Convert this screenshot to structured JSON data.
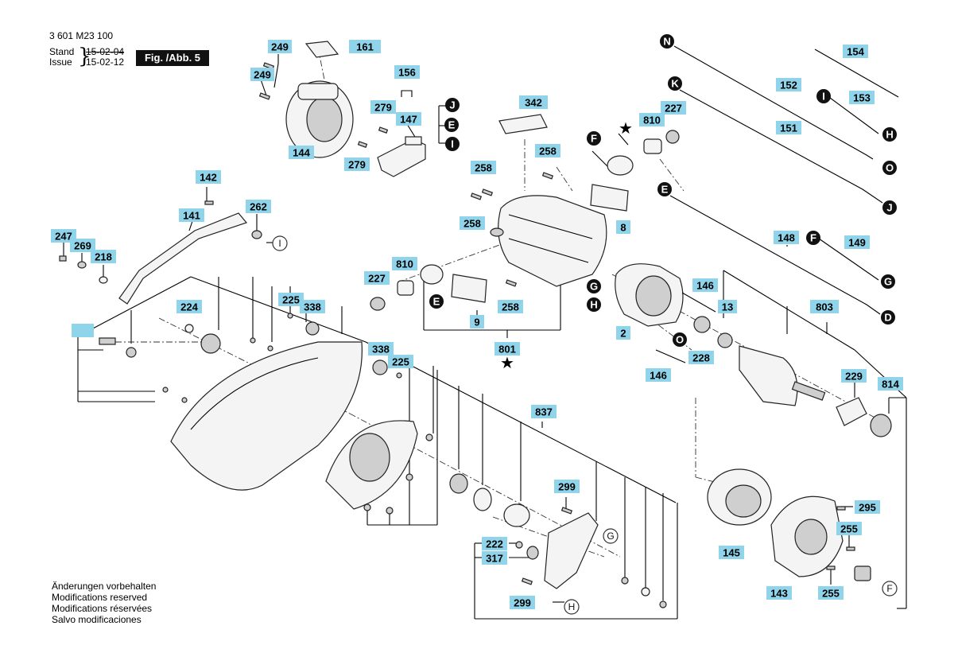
{
  "header": {
    "doc_number": "3 601 M23 100",
    "stand_label": "Stand",
    "issue_label": "Issue",
    "brace": "}",
    "stand_date": "15-02-04",
    "issue_date": "15-02-12",
    "figure_label": "Fig. /Abb. 5"
  },
  "footer": {
    "lines": [
      "Änderungen vorbehalten",
      "Modifications reserved",
      "Modifications réservées",
      "Salvo modificaciones"
    ]
  },
  "star_glyph": "★",
  "part_labels": [
    {
      "id": "161",
      "text": "161"
    },
    {
      "id": "249a",
      "text": "249"
    },
    {
      "id": "249b",
      "text": "249"
    },
    {
      "id": "144",
      "text": "144"
    },
    {
      "id": "156",
      "text": "156"
    },
    {
      "id": "279a",
      "text": "279"
    },
    {
      "id": "147",
      "text": "147"
    },
    {
      "id": "279b",
      "text": "279"
    },
    {
      "id": "342",
      "text": "342"
    },
    {
      "id": "810a",
      "text": "810"
    },
    {
      "id": "227a",
      "text": "227"
    },
    {
      "id": "258a",
      "text": "258"
    },
    {
      "id": "258b",
      "text": "258"
    },
    {
      "id": "258c",
      "text": "258"
    },
    {
      "id": "8",
      "text": "8"
    },
    {
      "id": "154",
      "text": "154"
    },
    {
      "id": "152",
      "text": "152"
    },
    {
      "id": "153",
      "text": "153"
    },
    {
      "id": "151",
      "text": "151"
    },
    {
      "id": "142",
      "text": "142"
    },
    {
      "id": "141",
      "text": "141"
    },
    {
      "id": "262",
      "text": "262"
    },
    {
      "id": "247",
      "text": "247"
    },
    {
      "id": "269",
      "text": "269"
    },
    {
      "id": "218",
      "text": "218"
    },
    {
      "id": "810b",
      "text": "810"
    },
    {
      "id": "227b",
      "text": "227"
    },
    {
      "id": "258d",
      "text": "258"
    },
    {
      "id": "9",
      "text": "9"
    },
    {
      "id": "801",
      "text": "801"
    },
    {
      "id": "148",
      "text": "148"
    },
    {
      "id": "149",
      "text": "149"
    },
    {
      "id": "146a",
      "text": "146"
    },
    {
      "id": "13",
      "text": "13"
    },
    {
      "id": "803",
      "text": "803"
    },
    {
      "id": "2",
      "text": "2"
    },
    {
      "id": "228",
      "text": "228"
    },
    {
      "id": "146b",
      "text": "146"
    },
    {
      "id": "229",
      "text": "229"
    },
    {
      "id": "814",
      "text": "814"
    },
    {
      "id": "224",
      "text": "224"
    },
    {
      "id": "225a",
      "text": "225"
    },
    {
      "id": "338a",
      "text": "338"
    },
    {
      "id": "338b",
      "text": "338"
    },
    {
      "id": "225b",
      "text": "225"
    },
    {
      "id": "837",
      "text": "837"
    },
    {
      "id": "299a",
      "text": "299"
    },
    {
      "id": "222",
      "text": "222"
    },
    {
      "id": "317",
      "text": "317"
    },
    {
      "id": "299b",
      "text": "299"
    },
    {
      "id": "295",
      "text": "295"
    },
    {
      "id": "255a",
      "text": "255"
    },
    {
      "id": "145",
      "text": "145"
    },
    {
      "id": "143",
      "text": "143"
    },
    {
      "id": "255b",
      "text": "255"
    },
    {
      "id": "blank",
      "text": ""
    }
  ],
  "connector_markers": [
    {
      "id": "J1",
      "text": "J"
    },
    {
      "id": "E1",
      "text": "E"
    },
    {
      "id": "I1",
      "text": "I"
    },
    {
      "id": "F1",
      "text": "F"
    },
    {
      "id": "N",
      "text": "N"
    },
    {
      "id": "K",
      "text": "K"
    },
    {
      "id": "I2",
      "text": "I"
    },
    {
      "id": "H1",
      "text": "H"
    },
    {
      "id": "O1",
      "text": "O"
    },
    {
      "id": "J2",
      "text": "J"
    },
    {
      "id": "E2",
      "text": "E"
    },
    {
      "id": "F2",
      "text": "F"
    },
    {
      "id": "G1",
      "text": "G"
    },
    {
      "id": "D",
      "text": "D"
    },
    {
      "id": "G2",
      "text": "G"
    },
    {
      "id": "H2",
      "text": "H"
    },
    {
      "id": "O2",
      "text": "O"
    },
    {
      "id": "E3",
      "text": "E"
    }
  ],
  "reference_markers": [
    {
      "id": "I3",
      "text": "I"
    },
    {
      "id": "G3",
      "text": "G"
    },
    {
      "id": "H3",
      "text": "H"
    },
    {
      "id": "F3",
      "text": "F"
    }
  ]
}
